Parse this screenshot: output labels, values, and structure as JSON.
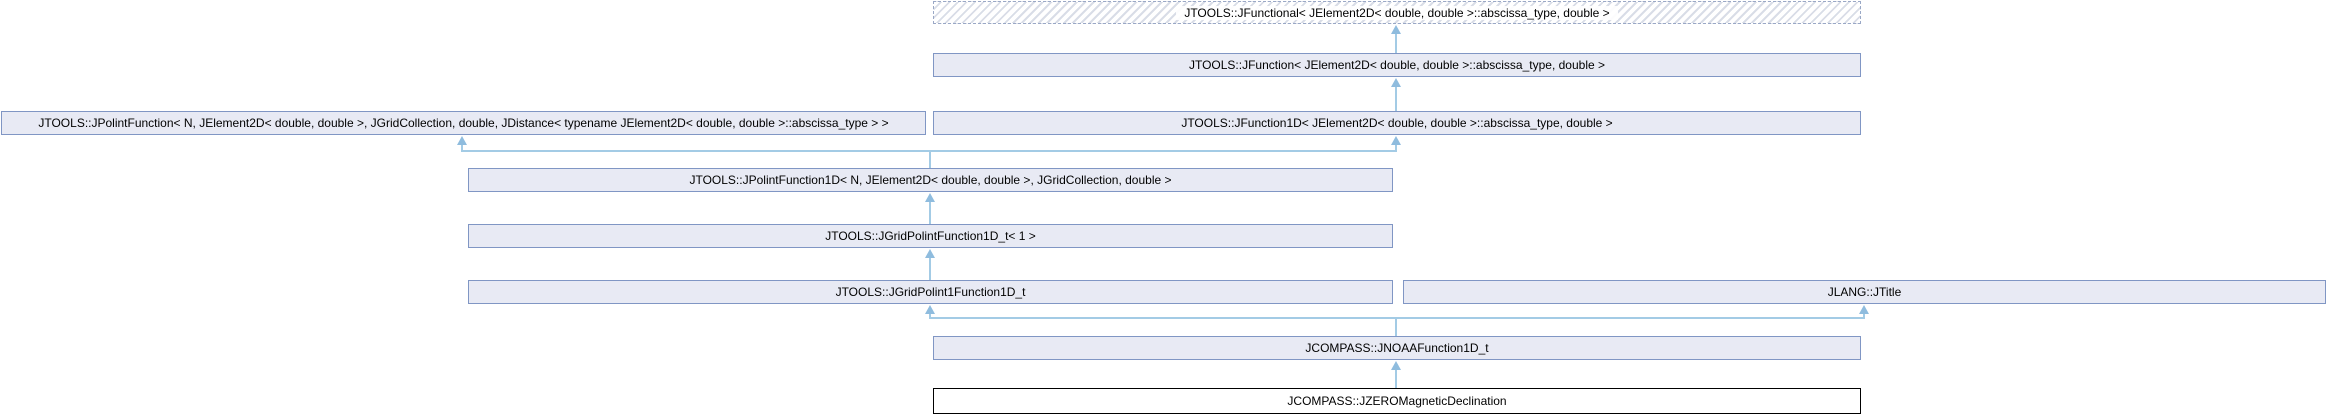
{
  "diagram": {
    "type": "class-inheritance-graph",
    "nodes": [
      {
        "id": "jfunctional",
        "label": "JTOOLS::JFunctional< JElement2D< double, double >::abscissa_type, double >",
        "style": "template-undocumented"
      },
      {
        "id": "jfunction",
        "label": "JTOOLS::JFunction< JElement2D< double, double >::abscissa_type, double >",
        "style": "class"
      },
      {
        "id": "jpolintfunction",
        "label": "JTOOLS::JPolintFunction< N, JElement2D< double, double >, JGridCollection, double, JDistance< typename JElement2D< double, double >::abscissa_type > >",
        "style": "class"
      },
      {
        "id": "jfunction1d",
        "label": "JTOOLS::JFunction1D< JElement2D< double, double >::abscissa_type, double >",
        "style": "class"
      },
      {
        "id": "jpolintfunction1d",
        "label": "JTOOLS::JPolintFunction1D< N, JElement2D< double, double >, JGridCollection, double >",
        "style": "class"
      },
      {
        "id": "jgridpolintfunction1d_t",
        "label": "JTOOLS::JGridPolintFunction1D_t< 1 >",
        "style": "class"
      },
      {
        "id": "jgridpolint1function1d_t",
        "label": "JTOOLS::JGridPolint1Function1D_t",
        "style": "class"
      },
      {
        "id": "jtitle",
        "label": "JLANG::JTitle",
        "style": "class"
      },
      {
        "id": "jnoaafunction1d_t",
        "label": "JCOMPASS::JNOAAFunction1D_t",
        "style": "class"
      },
      {
        "id": "jzeromagneticdeclination",
        "label": "JCOMPASS::JZEROMagneticDeclination",
        "style": "current-class"
      }
    ],
    "edges": [
      {
        "from": "jfunction",
        "to": "jfunctional"
      },
      {
        "from": "jfunction1d",
        "to": "jfunction"
      },
      {
        "from": "jpolintfunction1d",
        "to": "jpolintfunction"
      },
      {
        "from": "jpolintfunction1d",
        "to": "jfunction1d"
      },
      {
        "from": "jgridpolintfunction1d_t",
        "to": "jpolintfunction1d"
      },
      {
        "from": "jgridpolint1function1d_t",
        "to": "jgridpolintfunction1d_t"
      },
      {
        "from": "jnoaafunction1d_t",
        "to": "jgridpolint1function1d_t"
      },
      {
        "from": "jnoaafunction1d_t",
        "to": "jtitle"
      },
      {
        "from": "jzeromagneticdeclination",
        "to": "jnoaafunction1d_t"
      }
    ],
    "colors": {
      "node_fill": "#e8eaf4",
      "node_border": "#8096c4",
      "edge_line": "#a3cbe5",
      "edge_arrow": "#8fbcde",
      "current_node_border": "#000000",
      "current_node_fill": "#ffffff",
      "text": "#000000"
    }
  }
}
